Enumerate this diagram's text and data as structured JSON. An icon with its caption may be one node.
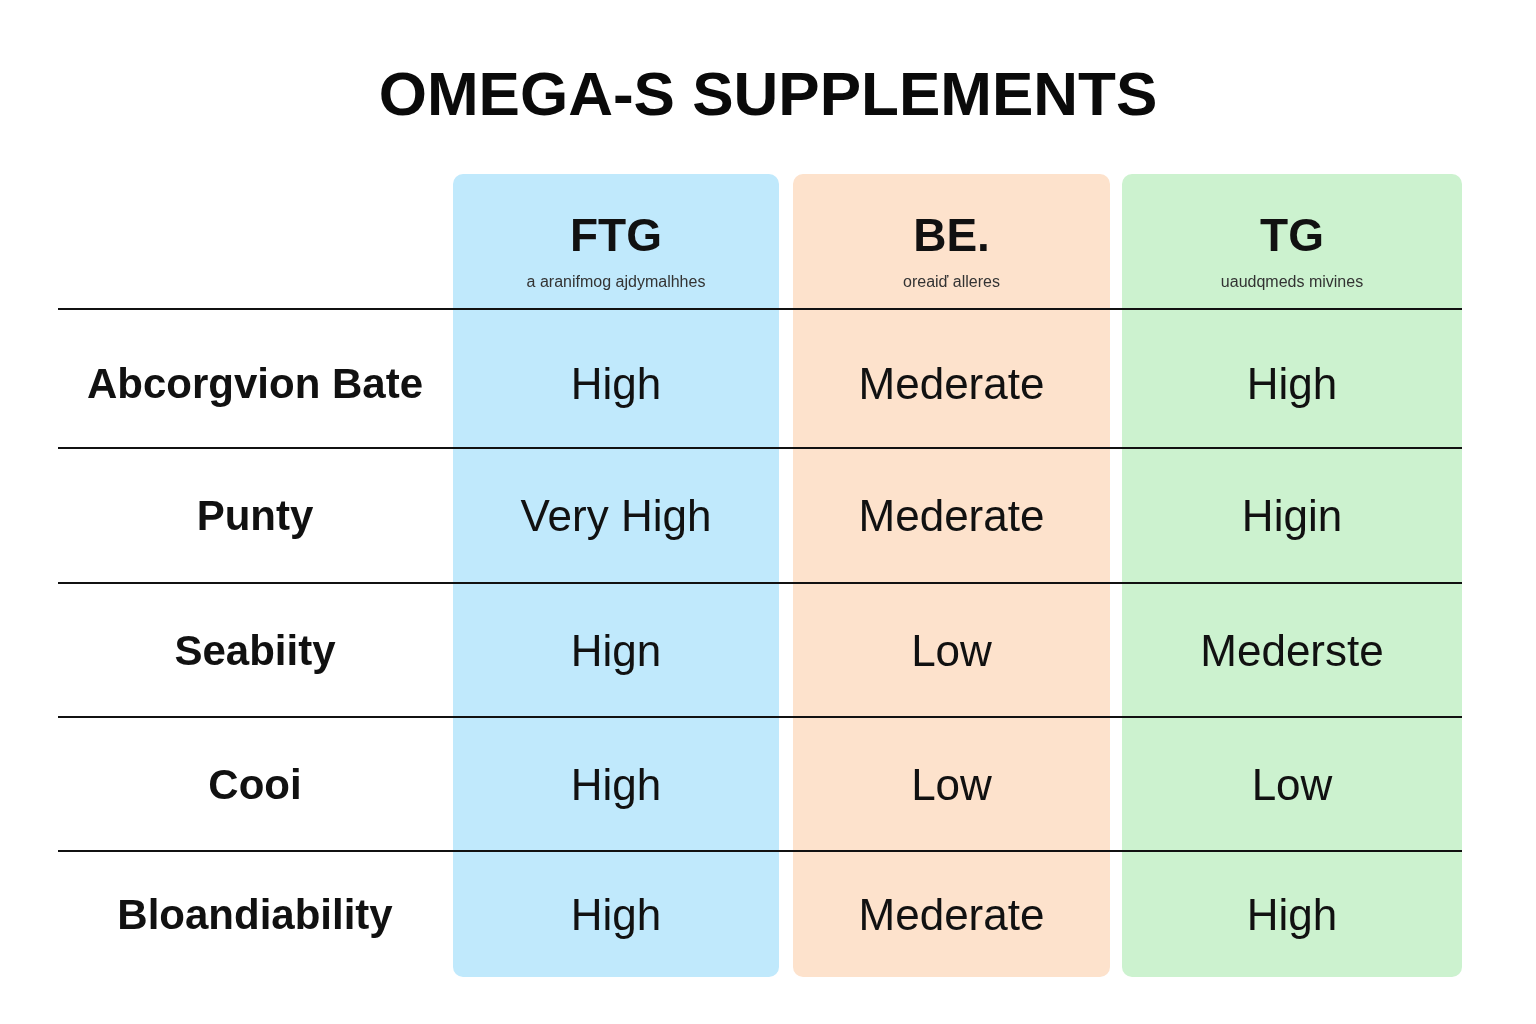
{
  "diagram": {
    "title": "OMEGA-S SUPPLEMENTS",
    "labels": [
      "FTG",
      "a aranifmog ajdymalhhes",
      "BE.",
      "oreaiď alleres",
      "TG",
      "uaudqmeds mivines",
      "Abcorgvion Bate",
      "High",
      "Mederate",
      "High",
      "Punty",
      "Very High",
      "Mederate",
      "Higin",
      "Seabiity",
      "Hign",
      "Low",
      "Mederste",
      "Cooi",
      "High",
      "Low",
      "Low",
      "Bloandiability",
      "High",
      "Mederate",
      "High"
    ]
  }
}
